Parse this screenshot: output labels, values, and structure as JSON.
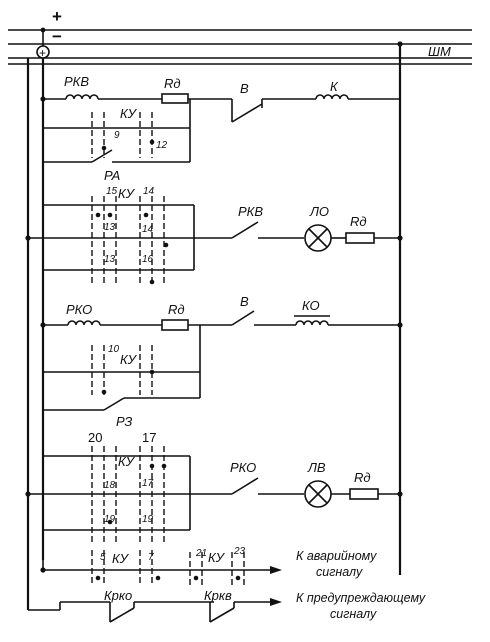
{
  "bus": {
    "plus": "+",
    "minus": "−",
    "circle_plus": "+",
    "shm": "ШМ"
  },
  "rows": {
    "r1": {
      "rkv": "РКВ",
      "rd": "Rд",
      "v": "В",
      "k": "К",
      "ku": "КУ",
      "n9": "9",
      "n12": "12",
      "ra": "РА"
    },
    "r2": {
      "ku": "КУ",
      "n15": "15",
      "n14a": "14",
      "n13a": "13",
      "n14b": "14",
      "n13b": "13",
      "n16": "16",
      "rkv": "РКВ",
      "lo": "ЛО",
      "rd": "Rд"
    },
    "r3": {
      "rko": "РКО",
      "rd": "Rд",
      "v": "В",
      "ko": "КО",
      "n10": "10",
      "ku": "КУ",
      "rz": "РЗ"
    },
    "r4": {
      "n20": "20",
      "n17a": "17",
      "ku": "КУ",
      "n18": "18",
      "n17b": "17",
      "n19a": "19",
      "n19b": "19",
      "rko": "РКО",
      "lv": "ЛВ",
      "rd": "Rд"
    },
    "r5": {
      "n5": "5",
      "ku1": "КУ",
      "n7": "7",
      "n21": "21",
      "ku2": "КУ",
      "n23": "23",
      "krko": "Крко",
      "krkv": "Кркв",
      "alarm1": "К аварийному",
      "alarm2": "сигналу",
      "warn1": "К предупреждающему",
      "warn2": "сигналу"
    }
  }
}
